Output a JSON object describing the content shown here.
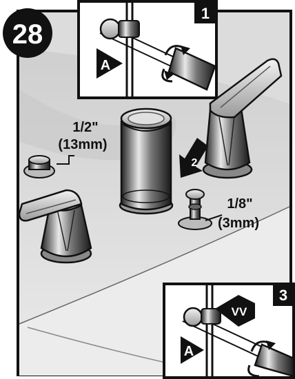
{
  "step": {
    "number": "28"
  },
  "insets": [
    {
      "number": "1",
      "label_a": "A"
    },
    {
      "number": "3",
      "label_a": "A",
      "label_vv": "VV"
    }
  ],
  "main_arrow": {
    "number": "2"
  },
  "callouts": {
    "cap_size": {
      "line1": "1/2\"",
      "line2": "(13mm)"
    },
    "stopper_size": {
      "line1": "1/8\"",
      "line2": "(3mm)"
    }
  }
}
